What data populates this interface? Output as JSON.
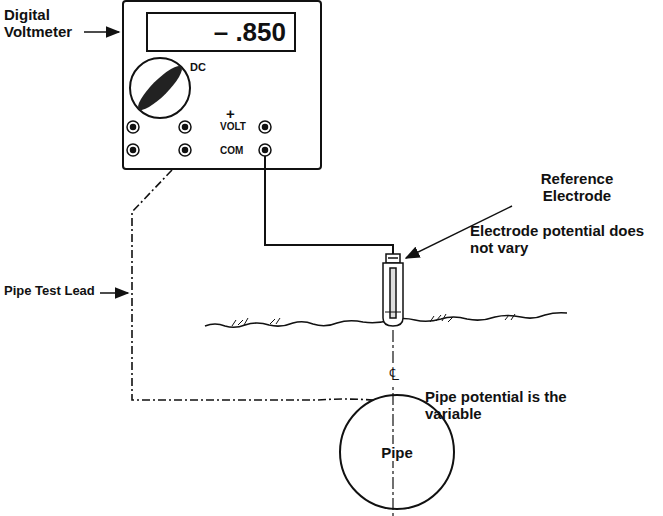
{
  "diagram": {
    "nodes": [
      {
        "text": [
          "DC",
          "+",
          "VOLT",
          "COM"
        ]
      },
      {
        "text": [
          "– .850"
        ],
        "in": 0
      },
      {
        "text": [
          "Pipe"
        ]
      }
    ],
    "edges": [
      {
        "from": 0,
        "to": 2,
        "arrow": "none"
      }
    ],
    "labels": [
      "Digital Voltmeter",
      "Reference Electrode",
      "Electrode potential does not vary",
      "Pipe Test Lead",
      "℄",
      "Pipe potential is the variable"
    ]
  }
}
